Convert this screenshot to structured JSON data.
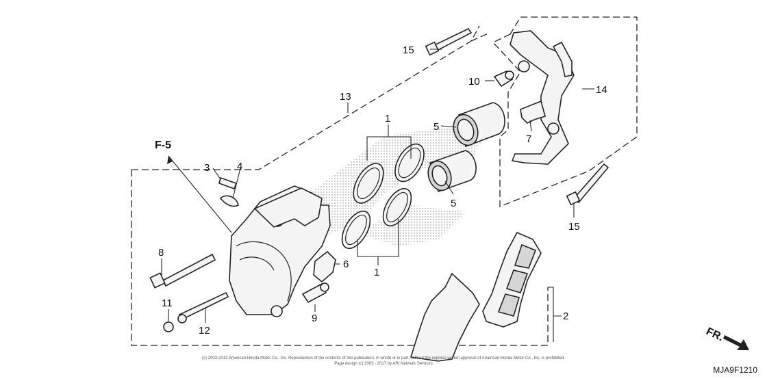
{
  "section_ref": "F-5",
  "front_marker": "FR.",
  "diagram_code": "MJA9F1210",
  "copyright": {
    "line1": "(c) 2003-2013 American Honda Motor Co., Inc. Reproduction of the contents of this publication, in whole or in part, without the express written approval of American Honda Motor Co., Inc. is prohibited.",
    "line2": "Page design (c) 2003 - 2017 by ARI Network Services"
  },
  "callouts": {
    "c1a": "1",
    "c1b": "1",
    "c2": "2",
    "c3": "3",
    "c4": "4",
    "c5a": "5",
    "c5b": "5",
    "c6": "6",
    "c7": "7",
    "c8": "8",
    "c9": "9",
    "c10": "10",
    "c11": "11",
    "c12": "12",
    "c13": "13",
    "c14": "14",
    "c15a": "15",
    "c15b": "15"
  },
  "colors": {
    "line": "#222222",
    "fill": "#f4f4f4",
    "shade": "#d6d6d6",
    "watermark": "#9a9a9a"
  }
}
